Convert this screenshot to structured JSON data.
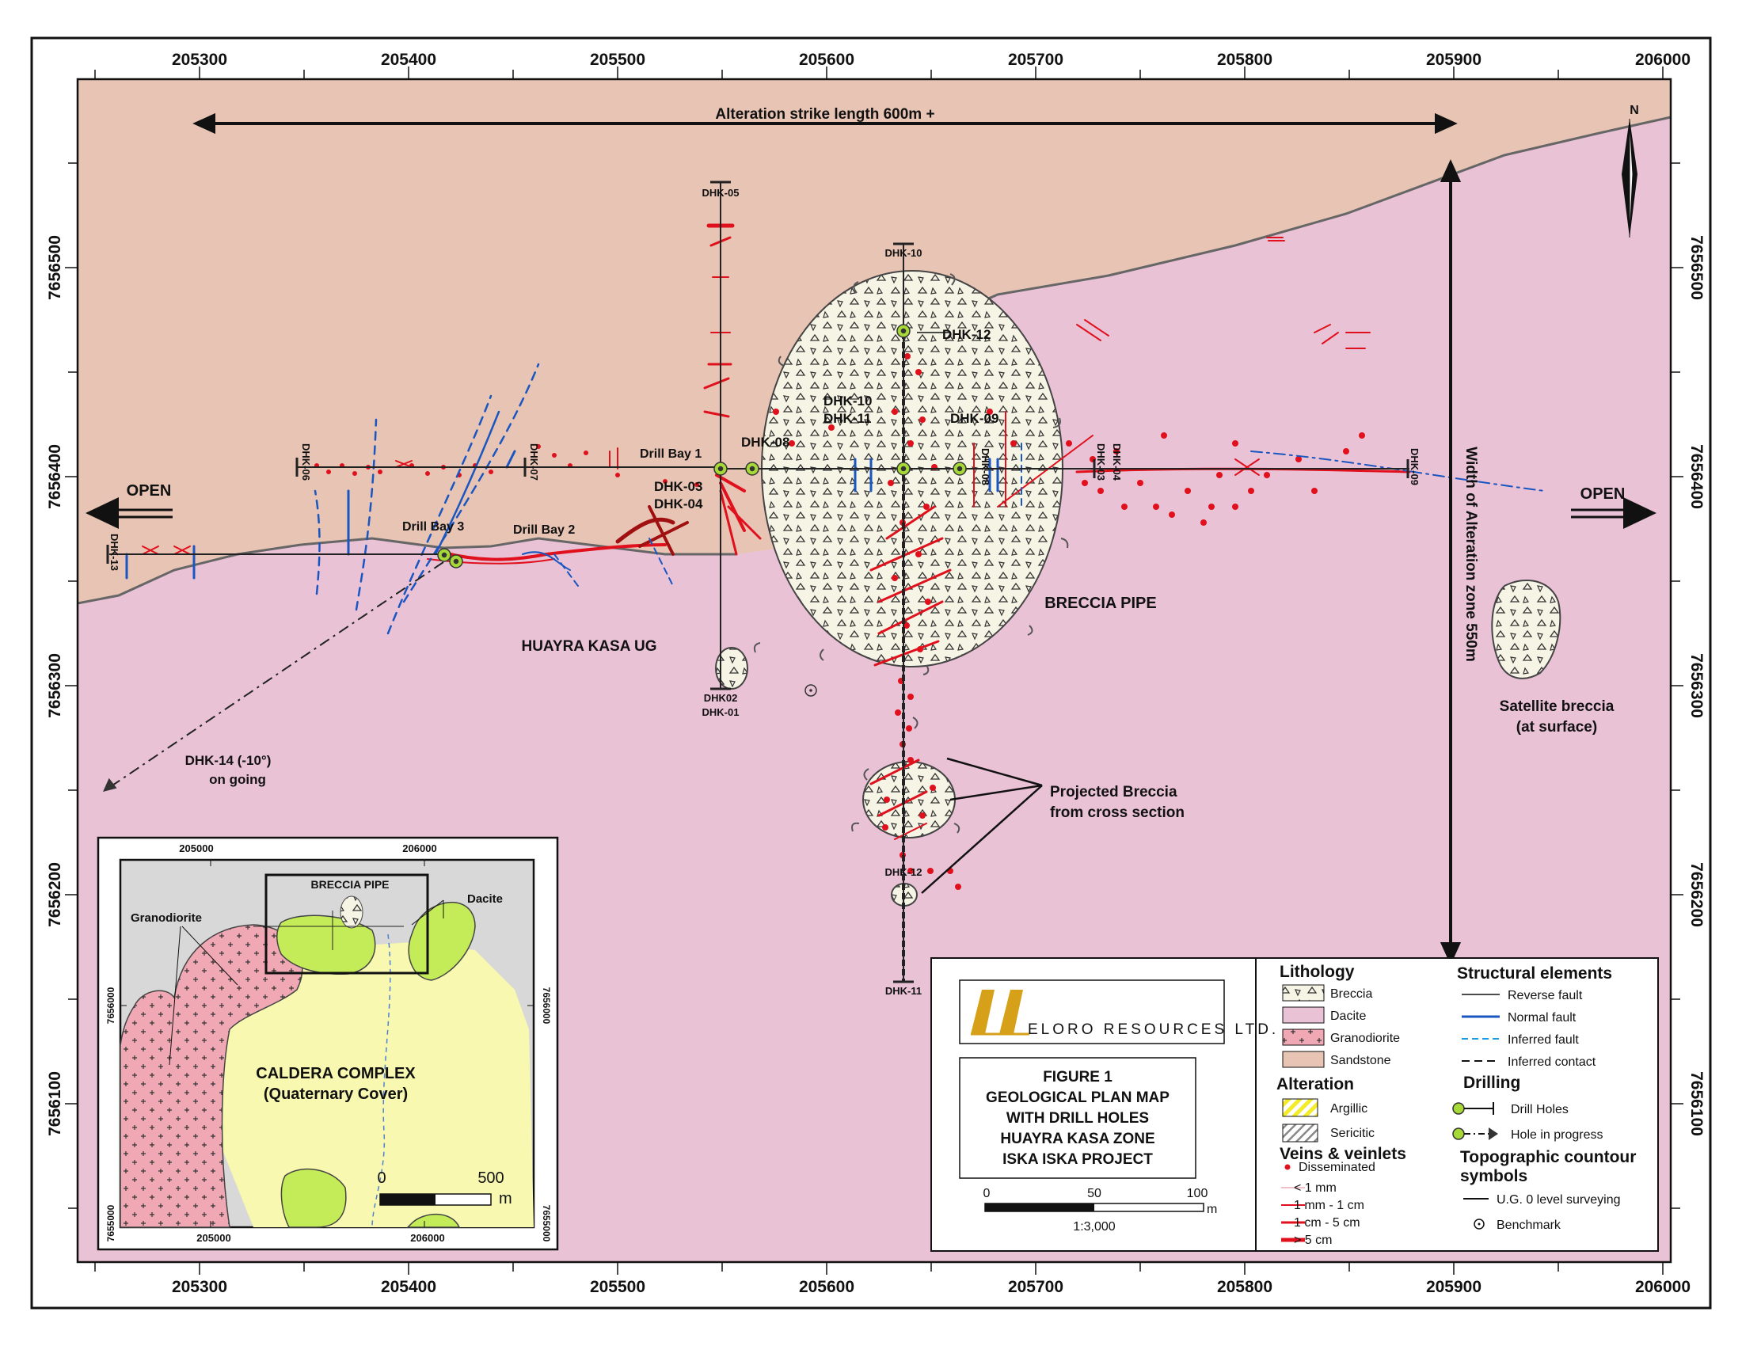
{
  "map": {
    "top_ticks": [
      "205300",
      "205400",
      "205500",
      "205600",
      "205700",
      "205800",
      "205900",
      "206000"
    ],
    "bottom_ticks": [
      "205300",
      "205400",
      "205500",
      "205600",
      "205700",
      "205800",
      "205900",
      "206000"
    ],
    "left_ticks": [
      "7656500",
      "7656400",
      "7656300",
      "7656200",
      "7656100"
    ],
    "right_ticks": [
      "7656500",
      "7656400",
      "7656300",
      "7656200",
      "7656100"
    ],
    "strike_label": "Alteration strike length 600m +",
    "width_label": "Width of Alteration zone 550m",
    "north": "N",
    "open_left": "OPEN",
    "open_right": "OPEN",
    "breccia_pipe": "BRECCIA PIPE",
    "huayra_kasa": "HUAYRA KASA UG",
    "satellite_line1": "Satellite breccia",
    "satellite_line2": "(at surface)",
    "projected_line1": "Projected Breccia",
    "projected_line2": "from cross section",
    "dhk14_line1": "DHK-14 (-10°)",
    "dhk14_line2": "on going",
    "drill_bay_1": "Drill Bay 1",
    "drill_bay_2": "Drill Bay 2",
    "drill_bay_3": "Drill Bay 3",
    "holes": {
      "dhk05": "DHK-05",
      "dhk10": "DHK-10",
      "dhk12": "DHK-12",
      "dhk10b": "DHK-10",
      "dhk11": "DHK-11",
      "dhk09": "DHK-09",
      "dhk08": "DHK-08",
      "dhk03": "DHK-03",
      "dhk04": "DHK-04",
      "dhk06": "DHK-06",
      "dhk07": "DHK-07",
      "dhk13": "DHK-13",
      "dhk02": "DHK02",
      "dhk01": "DHK-01",
      "dhk12b": "DHK-12",
      "dhk11b": "DHK-11",
      "dhk08v": "DHK-08",
      "dhk03v": "DHK-03",
      "dhk04v": "DHK-04",
      "dhk09v": "DHK-09"
    }
  },
  "inset": {
    "top_ticks": [
      "205000",
      "206000"
    ],
    "bottom_ticks": [
      "205000",
      "206000"
    ],
    "left_ticks": [
      "7656000",
      "7655000"
    ],
    "right_ticks": [
      "7656000",
      "7655000"
    ],
    "breccia_pipe": "BRECCIA PIPE",
    "granodiorite": "Granodiorite",
    "dacite": "Dacite",
    "caldera_line1": "CALDERA COMPLEX",
    "caldera_line2": "(Quaternary Cover)",
    "scale_0": "0",
    "scale_500": "500",
    "scale_m": "m"
  },
  "titlebox": {
    "logo": "ELORO RESOURCES LTD.",
    "line1": "FIGURE 1",
    "line2": "GEOLOGICAL PLAN MAP",
    "line3": "WITH DRILL HOLES",
    "line4": "HUAYRA KASA ZONE",
    "line5": "ISKA ISKA PROJECT",
    "scale_0": "0",
    "scale_50": "50",
    "scale_100": "100",
    "scale_m": "m",
    "scale_ratio": "1:3,000"
  },
  "legend": {
    "lithology_title": "Lithology",
    "lithology": [
      "Breccia",
      "Dacite",
      "Granodiorite",
      "Sandstone"
    ],
    "alteration_title": "Alteration",
    "alteration": [
      "Argillic",
      "Sericitic"
    ],
    "veins_title": "Veins & veinlets",
    "veins": [
      "Disseminated",
      "< 1 mm",
      "1 mm - 1 cm",
      "1 cm - 5 cm",
      "> 5 cm"
    ],
    "structural_title": "Structural elements",
    "structural": [
      "Reverse fault",
      "Normal fault",
      "Inferred fault",
      "Inferred contact"
    ],
    "drilling_title": "Drilling",
    "drilling": [
      "Drill Holes",
      "Hole in progress"
    ],
    "topo_title_1": "Topographic countour",
    "topo_title_2": "symbols",
    "topo": [
      "U.G. 0 level surveying",
      "Benchmark"
    ]
  },
  "colors": {
    "sandstone": "#e8c4b4",
    "dacite": "#eac2d6",
    "breccia": "#f6f4e4",
    "granodiorite": "#f0a8b4",
    "inset_cover": "#f8f8b0",
    "inset_dacite": "#c4ec58",
    "vein_red": "#e0101c",
    "fault_blue": "#1a56c0"
  }
}
